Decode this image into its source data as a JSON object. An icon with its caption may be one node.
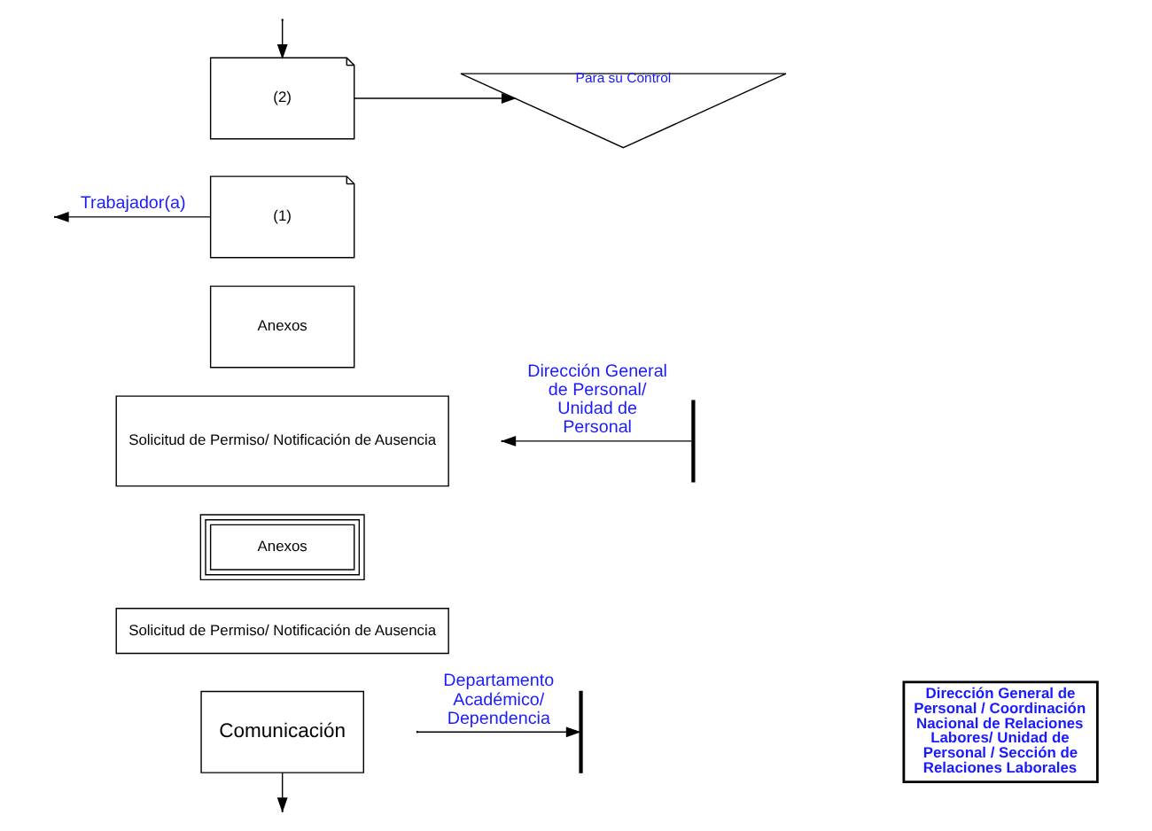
{
  "diagram": {
    "nodes": [
      {
        "text": [
          "(2)"
        ]
      },
      {
        "text": [
          "(1)"
        ]
      },
      {
        "text": [
          "Anexos"
        ]
      },
      {
        "text": [
          "Solicitud de Permiso/ Notificación de Ausencia"
        ]
      },
      {
        "text": [
          "Para su Control"
        ]
      },
      {
        "text": [],
        "shape": "bar"
      },
      {
        "text": [
          "Anexos"
        ]
      },
      {
        "text": [
          "Solicitud de Permiso/ Notificación de Ausencia"
        ]
      },
      {
        "text": [
          "Comunicación"
        ]
      },
      {
        "text": [],
        "shape": "bar"
      }
    ],
    "edges": [
      {
        "from": null,
        "to": 0,
        "arrow": "to"
      },
      {
        "from": 0,
        "to": 4,
        "arrow": "to"
      },
      {
        "from": 1,
        "to": null,
        "arrow": "to",
        "label": "Trabajador(a)"
      },
      {
        "from": 5,
        "to": null,
        "arrow": "to",
        "label": "Dirección General de Personal/ Unidad de Personal"
      },
      {
        "from": null,
        "to": 9,
        "arrow": "to",
        "label": "Departamento Académico/ Dependencia"
      },
      {
        "from": 8,
        "to": null,
        "arrow": "to"
      }
    ],
    "labels": [
      "Dirección General de Personal / Coordinación Nacional de Relaciones Labores/ Unidad de Personal / Sección de Relaciones Laborales"
    ]
  }
}
